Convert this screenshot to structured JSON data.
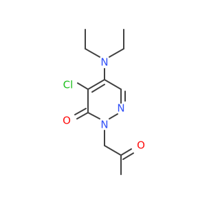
{
  "molecule": {
    "atoms": {
      "cl": {
        "text": "Cl",
        "color": "#1fc01f"
      },
      "o_ketone_ring": {
        "text": "O",
        "color": "#ff0d0d"
      },
      "o_side": {
        "text": "O",
        "color": "#ff0d0d"
      },
      "n_amine": {
        "text": "N",
        "color": "#3050f8"
      },
      "n1": {
        "text": "N",
        "color": "#3050f8"
      },
      "n2": {
        "text": "N",
        "color": "#3050f8"
      }
    },
    "bond_color": "#404040",
    "background": "#ffffff"
  }
}
